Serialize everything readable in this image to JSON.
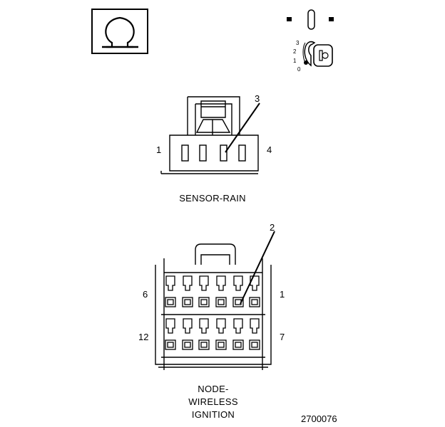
{
  "symbols": {
    "ohm_icon": "ohmmeter-symbol-icon",
    "key_icon": "ignition-key-icon",
    "switch_icon": "ignition-switch-icon",
    "key_positions": [
      "3",
      "2",
      "1",
      "0"
    ]
  },
  "sensor_rain": {
    "caption": "SENSOR-RAIN",
    "pin_left": "1",
    "pin_right": "4",
    "callout": "3"
  },
  "node_wireless_ignition": {
    "caption_lines": [
      "NODE-",
      "WIRELESS",
      "IGNITION"
    ],
    "pin_top_left": "6",
    "pin_top_right": "1",
    "pin_bottom_left": "12",
    "pin_bottom_right": "7",
    "callout": "2"
  },
  "figure_number": "2700076"
}
